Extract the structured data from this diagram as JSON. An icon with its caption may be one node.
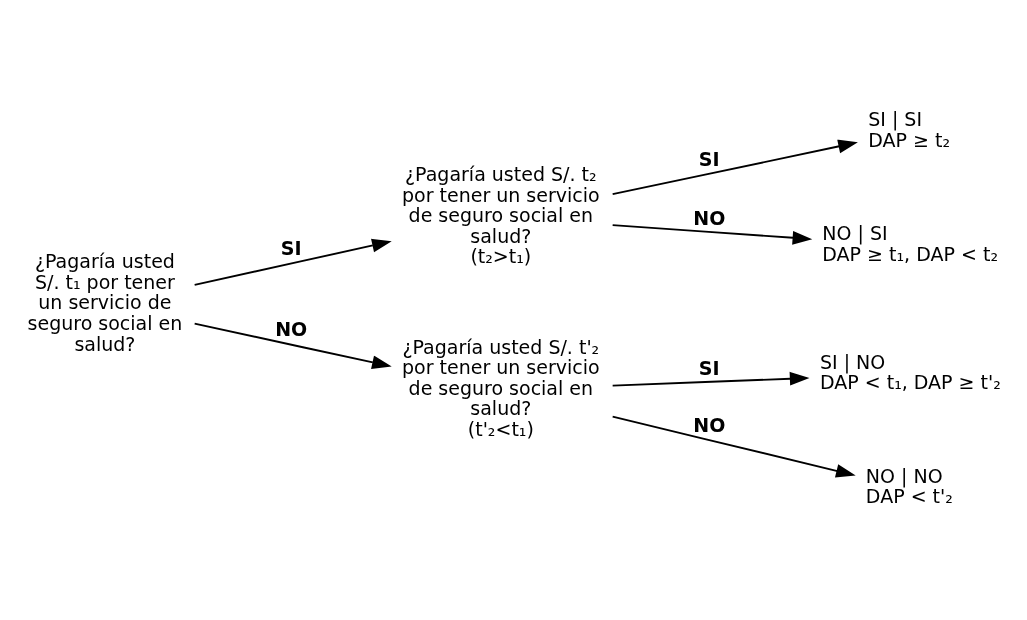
{
  "diagram": {
    "nodes": [
      {
        "text": [
          "¿Pagaría usted S/. t₁ por tener un servicio de seguro social en salud?"
        ]
      },
      {
        "text": [
          "¿Pagaría usted S/. t₂ por tener un servicio de seguro social en salud?",
          "(t₂>t₁)"
        ]
      },
      {
        "text": [
          "¿Pagaría usted S/. t'₂ por tener un servicio de seguro social en salud?",
          "(t'₂<t₁)"
        ]
      },
      {
        "text": [
          "SI | SI",
          "DAP ≥ t₂"
        ]
      },
      {
        "text": [
          "NO | SI",
          "DAP ≥ t₁, DAP < t₂"
        ]
      },
      {
        "text": [
          "SI | NO",
          "DAP < t₁, DAP ≥ t'₂"
        ]
      },
      {
        "text": [
          "NO | NO",
          "DAP < t'₂"
        ]
      }
    ],
    "edges": [
      {
        "from": 0,
        "to": 1,
        "arrow": "to",
        "label": "SI"
      },
      {
        "from": 0,
        "to": 2,
        "arrow": "to",
        "label": "NO"
      },
      {
        "from": 1,
        "to": 3,
        "arrow": "to",
        "label": "SI"
      },
      {
        "from": 1,
        "to": 4,
        "arrow": "to",
        "label": "NO"
      },
      {
        "from": 2,
        "to": 5,
        "arrow": "to",
        "label": "SI"
      },
      {
        "from": 2,
        "to": 6,
        "arrow": "to",
        "label": "NO"
      }
    ]
  }
}
